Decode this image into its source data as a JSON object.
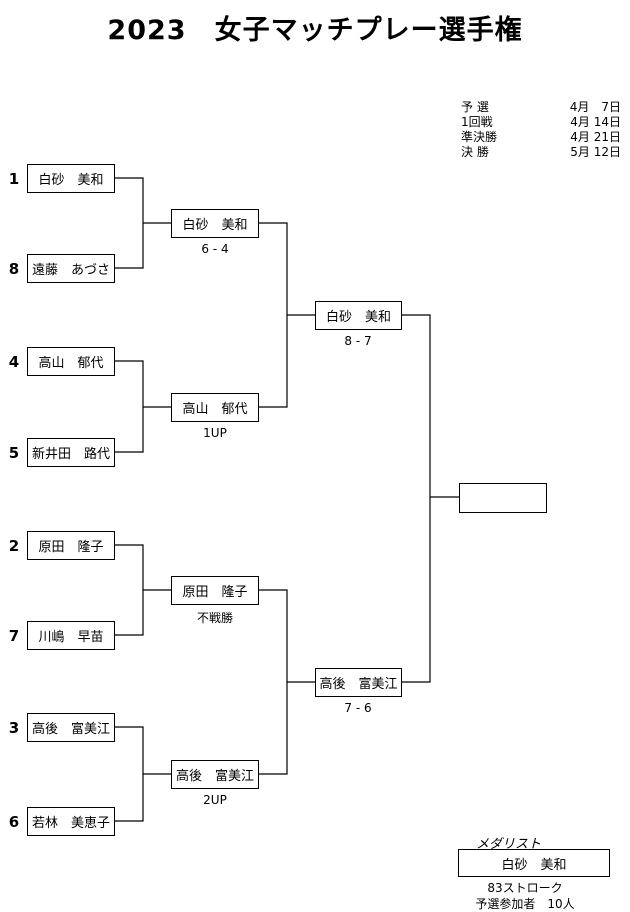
{
  "title": "2023　女子マッチプレー選手権",
  "schedule": [
    {
      "label": "予 選",
      "date": "4月　7日"
    },
    {
      "label": "1回戦",
      "date": "4月 14日"
    },
    {
      "label": "準決勝",
      "date": "4月 21日"
    },
    {
      "label": "決 勝",
      "date": "5月 12日"
    }
  ],
  "round1": [
    {
      "seed": "1",
      "name": "白砂　美和"
    },
    {
      "seed": "8",
      "name": "遠藤　あづさ"
    },
    {
      "seed": "4",
      "name": "高山　郁代"
    },
    {
      "seed": "5",
      "name": "新井田　路代"
    },
    {
      "seed": "2",
      "name": "原田　隆子"
    },
    {
      "seed": "7",
      "name": "川嶋　早苗"
    },
    {
      "seed": "3",
      "name": "高後　富美江"
    },
    {
      "seed": "6",
      "name": "若林　美恵子"
    }
  ],
  "round2": [
    {
      "name": "白砂　美和",
      "score": "6 - 4"
    },
    {
      "name": "高山　郁代",
      "score": "1UP"
    },
    {
      "name": "原田　隆子",
      "score": "不戦勝"
    },
    {
      "name": "高後　富美江",
      "score": "2UP"
    }
  ],
  "semis": [
    {
      "name": "白砂　美和",
      "score": "8 - 7"
    },
    {
      "name": "高後　富美江",
      "score": "7 - 6"
    }
  ],
  "final": {
    "name": ""
  },
  "medalist": {
    "label": "メダリスト",
    "name": "白砂　美和",
    "strokes": "83ストローク",
    "entrants": "予選参加者　10人"
  }
}
